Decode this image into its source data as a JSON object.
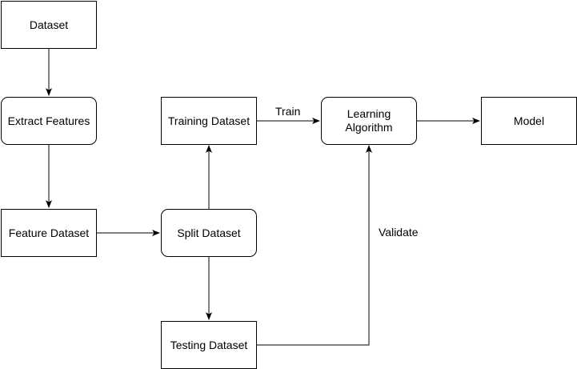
{
  "nodes": {
    "dataset": "Dataset",
    "extract_features": "Extract Features",
    "feature_dataset": "Feature Dataset",
    "split_dataset": "Split Dataset",
    "training_dataset": "Training Dataset",
    "testing_dataset": "Testing Dataset",
    "learning_algorithm": "Learning Algorithm",
    "model": "Model"
  },
  "edge_labels": {
    "train": "Train",
    "validate": "Validate"
  },
  "colors": {
    "stroke": "#000000",
    "background": "#ffffff"
  }
}
